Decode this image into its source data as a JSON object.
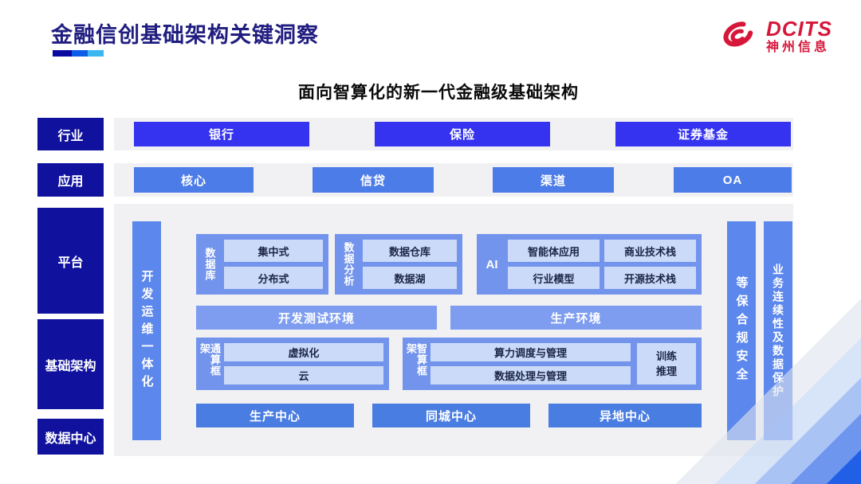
{
  "header": {
    "title": "金融信创基础架构关键洞察",
    "logo": {
      "brand": "DCITS",
      "company": "神州信息"
    }
  },
  "subtitle": "面向智算化的新一代金融级基础架构",
  "colors": {
    "title_navy": "#201d80",
    "sidebar_navy": "#10129e",
    "logo_red": "#d6173a",
    "row1_blue": "#3533ef",
    "row2_blue": "#4c7ce8",
    "bar_blue": "#5c87ec",
    "group_blue": "#7394ec",
    "env_blue": "#7e9df0",
    "center_blue": "#4a7de2",
    "lite_blue": "#cbdaf8",
    "panel_gray": "#f1f1f4",
    "underline": [
      "#0a0aa0",
      "#0c5ce8",
      "#3ab6f0"
    ]
  },
  "sidebar": {
    "industry": "行业",
    "application": "应用",
    "platform": "平台",
    "infrastructure": "基础架构",
    "datacenter": "数据中心"
  },
  "rows": {
    "industry_items": [
      "银行",
      "保险",
      "证券基金"
    ],
    "application_items": [
      "核心",
      "信贷",
      "渠道",
      "OA"
    ]
  },
  "panel": {
    "left_bar": "开发运维一体化",
    "right_bars": [
      "等保合规安全",
      "业务连续性及数据保护"
    ],
    "groups": {
      "database": {
        "label": "数据库",
        "items": [
          "集中式",
          "分布式"
        ]
      },
      "analytics": {
        "label": "数据分析",
        "items": [
          "数据仓库",
          "数据湖"
        ]
      },
      "ai": {
        "label": "AI",
        "items": [
          "智能体应用",
          "商业技术栈",
          "行业模型",
          "开源技术栈"
        ]
      }
    },
    "environments": [
      "开发测试环境",
      "生产环境"
    ],
    "frameworks": {
      "general": {
        "label": "通算框架",
        "items": [
          "虚拟化",
          "云"
        ]
      },
      "intelligent": {
        "label": "智算框架",
        "items": [
          "算力调度与管理",
          "数据处理与管理"
        ],
        "side": "训练推理"
      }
    },
    "centers": [
      "生产中心",
      "同城中心",
      "异地中心"
    ]
  }
}
